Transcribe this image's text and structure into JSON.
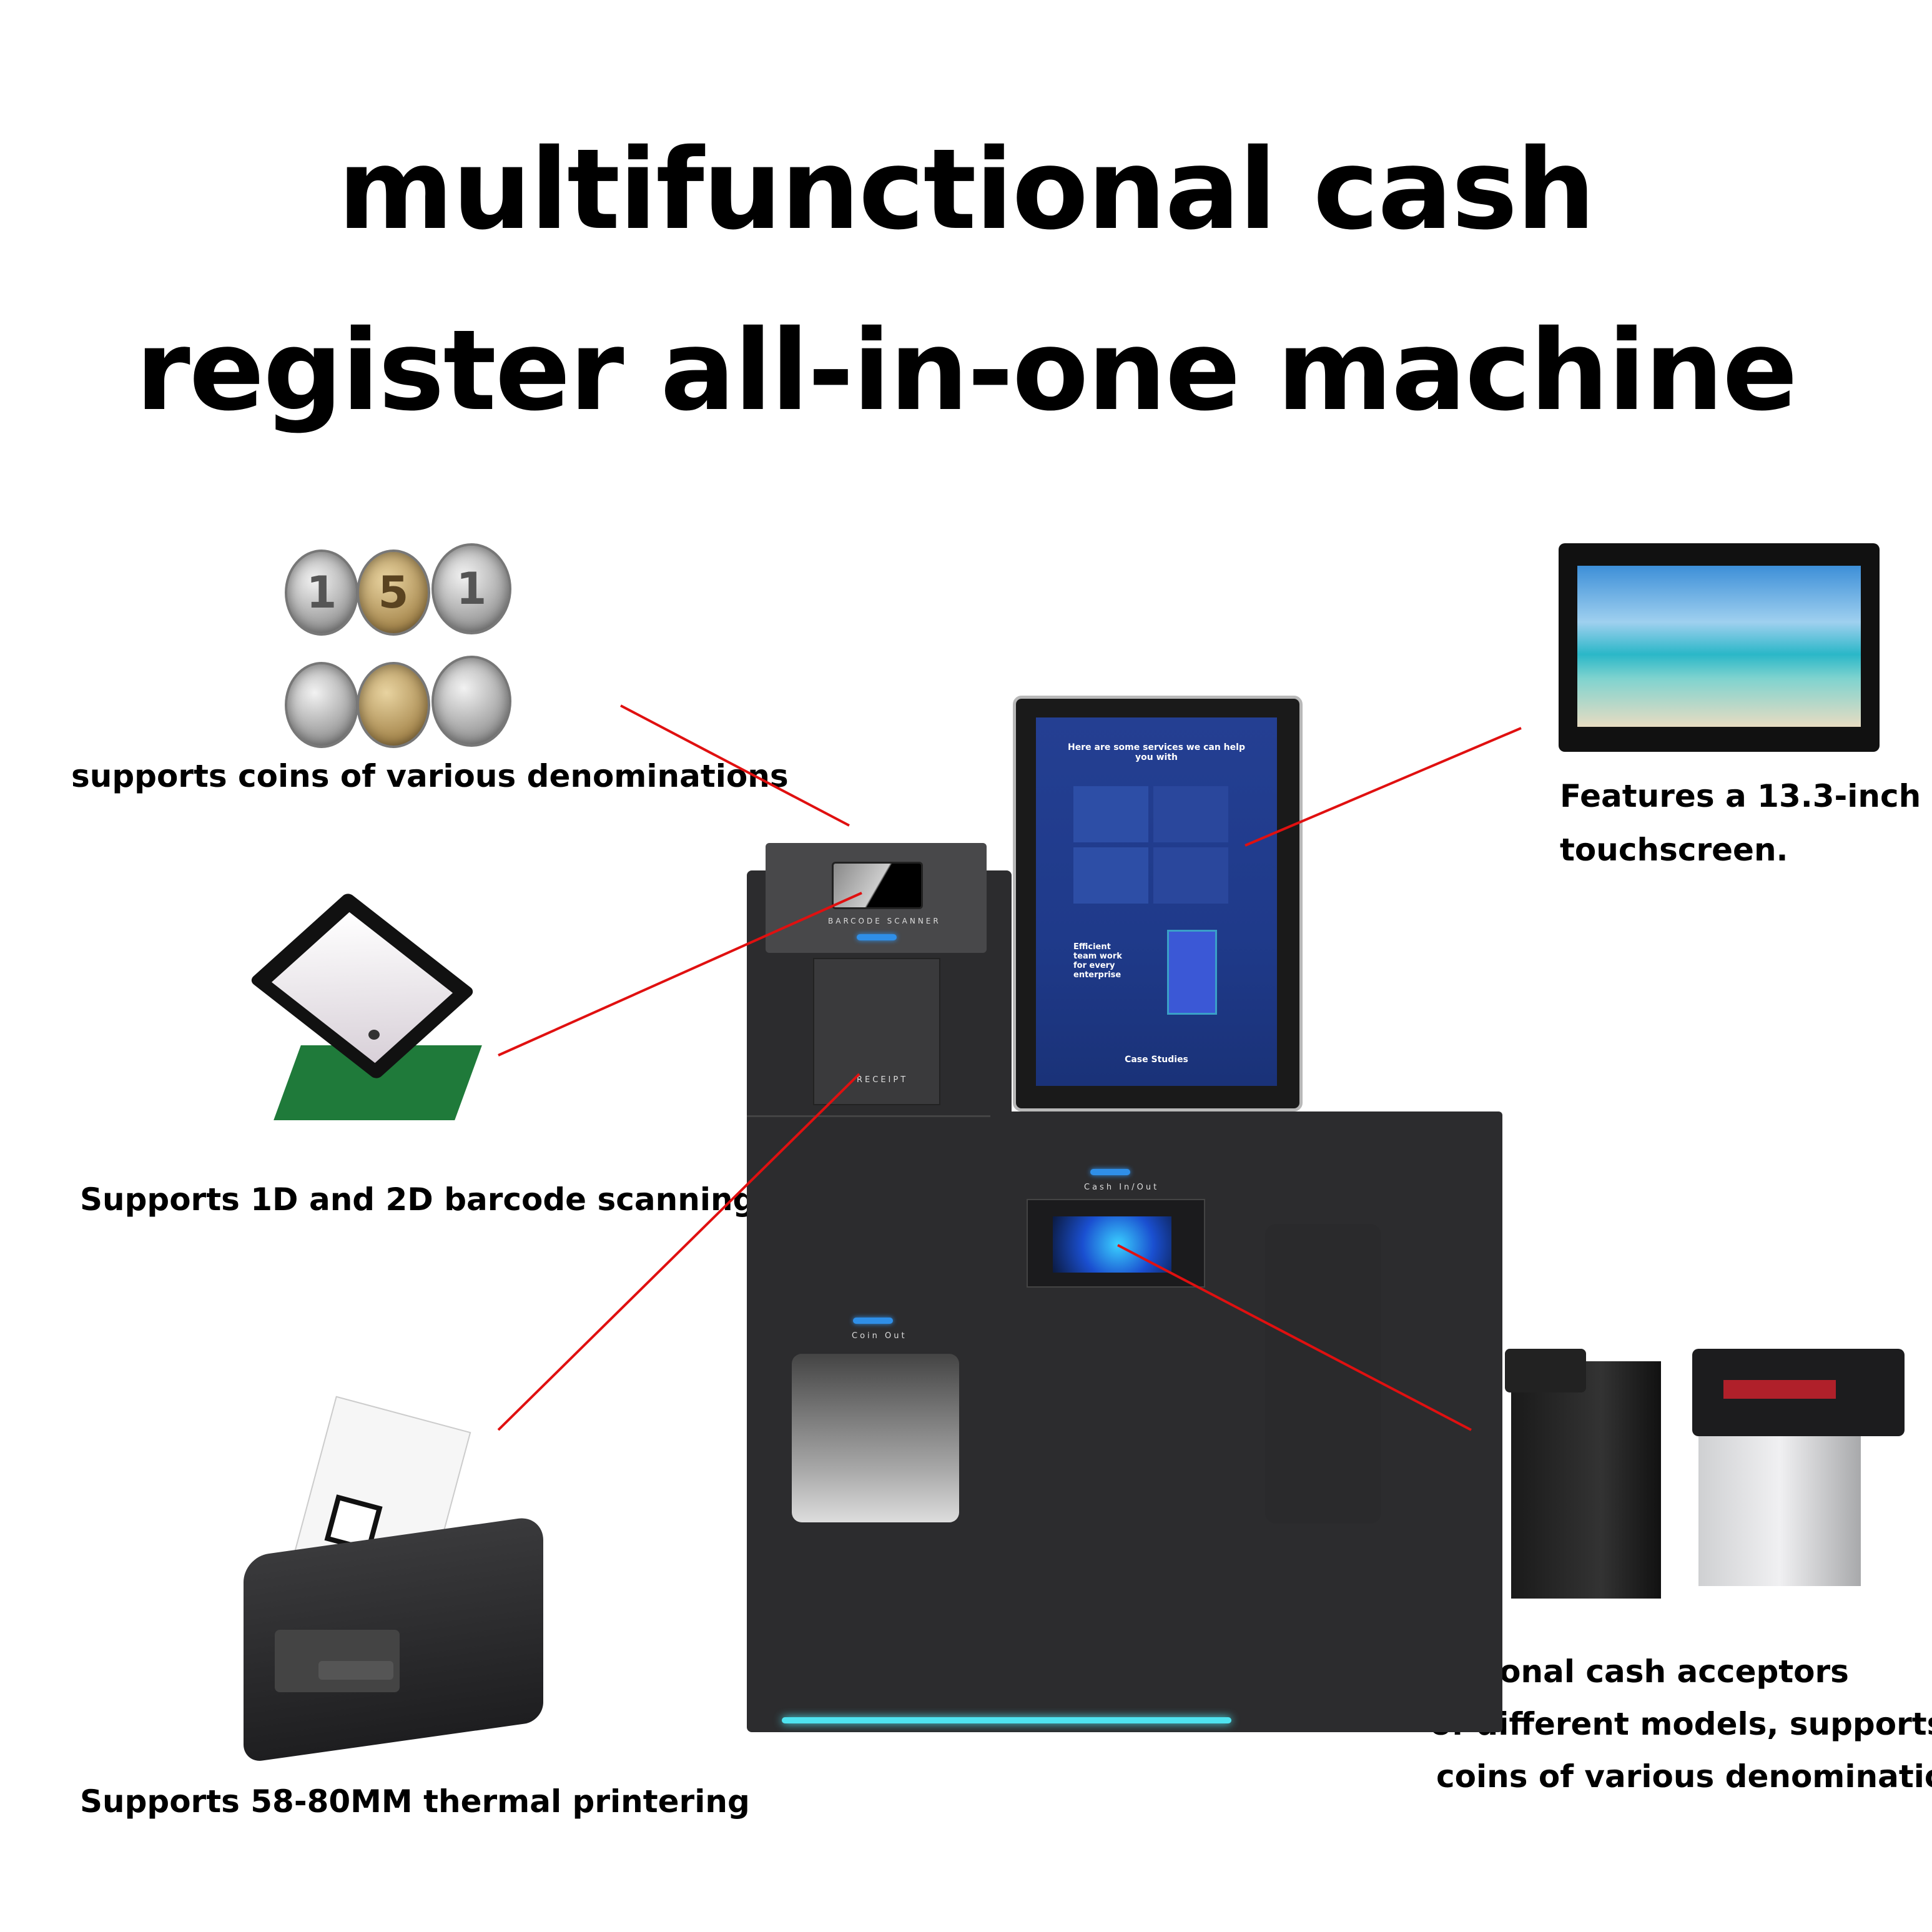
{
  "title": {
    "line1": "multifunctional cash",
    "line2": "register all-in-one machine"
  },
  "captions": {
    "coins": "supports coins of various denominations",
    "barcode": "Supports 1D and 2D barcode scanning",
    "printer": "Supports 58-80MM thermal printering",
    "touchscreen_line1": "Features a 13.3-inch",
    "touchscreen_line2": "touchscreen.",
    "acceptor_line1": "optional cash acceptors",
    "acceptor_line2": "of different models, supports",
    "acceptor_line3": "coins of various denominations"
  },
  "coins": [
    "1",
    "5",
    "1",
    "",
    "",
    ""
  ],
  "machine": {
    "barcode_label": "BARCODE SCANNER",
    "receipt_label": "RECEIPT",
    "cash_label": "Cash In/Out",
    "coin_label": "Coin Out",
    "screen": {
      "heading": "Here are some services we can help you with",
      "section": "Efficient team work for every enterprise",
      "footer": "Case Studies"
    }
  },
  "colors": {
    "pointer_line": "#e01010",
    "machine_body": "#2c2c2e",
    "screen_bg": "#1f3a8a",
    "led": "#2f8fe8",
    "base_light": "#4fe3f0"
  }
}
